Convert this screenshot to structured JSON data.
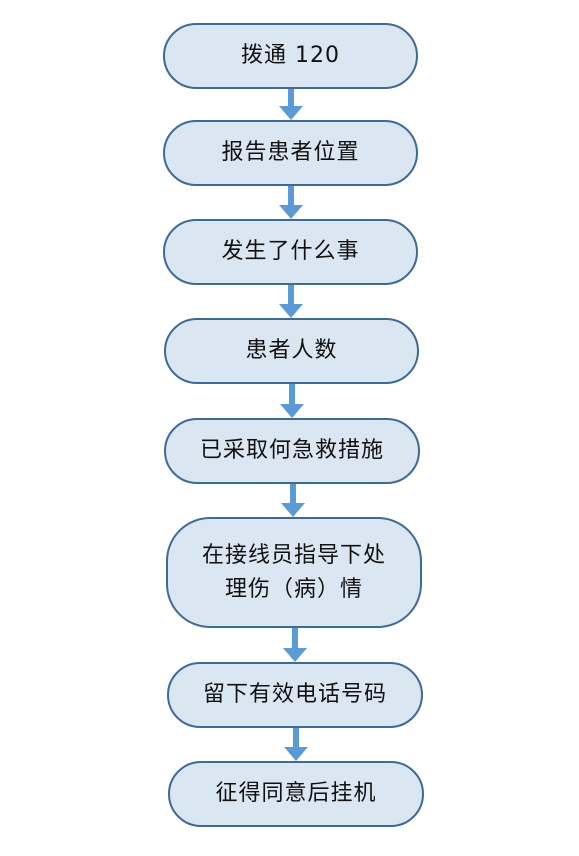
{
  "flowchart": {
    "steps": [
      {
        "label": "拨通 120"
      },
      {
        "label": "报告患者位置"
      },
      {
        "label": "发生了什么事"
      },
      {
        "label": "患者人数"
      },
      {
        "label": "已采取何急救措施"
      },
      {
        "label": "在接线员指导下处\n理伤（病）情"
      },
      {
        "label": "留下有效电话号码"
      },
      {
        "label": "征得同意后挂机"
      }
    ]
  },
  "colors": {
    "node_fill": "#dbe6f3",
    "node_border": "#3e6a96",
    "arrow": "#5b9bd5"
  }
}
